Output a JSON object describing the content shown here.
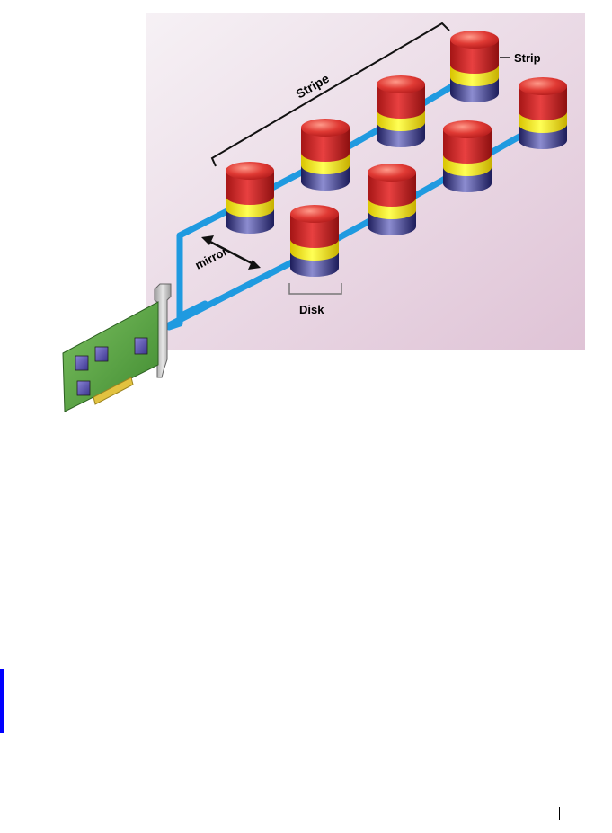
{
  "diagram": {
    "labels": {
      "stripe": "Stripe",
      "strip": "Strip",
      "mirror": "mirror",
      "disk": "Disk"
    },
    "colors": {
      "panel_top": "#f4eef3",
      "panel_bottom": "#e2c8da",
      "cable": "#1a9ae0",
      "disk_red": "#d82a2a",
      "disk_yellow": "#ffee22",
      "disk_blue": "#2a2a7a",
      "card_green": "#5fa34a",
      "chip_purple": "#5b54a8",
      "connector_gold": "#e0c040",
      "bracket_gray": "#b8b8b8"
    }
  }
}
